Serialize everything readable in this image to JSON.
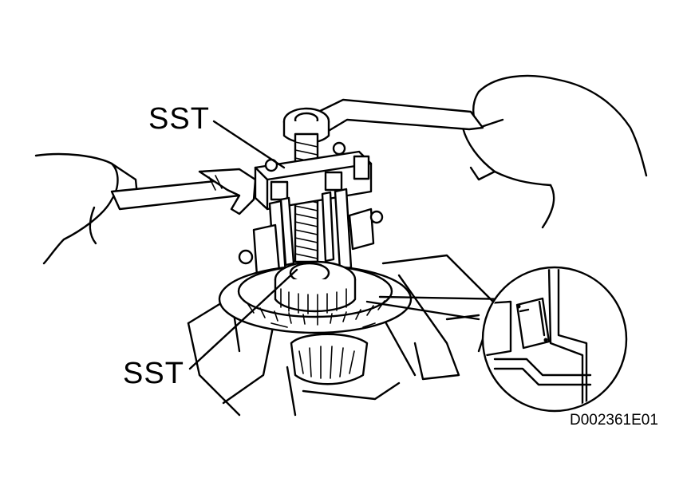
{
  "labels": {
    "sst_top": "SST",
    "sst_bottom": "SST",
    "figure_code": "D002361E01"
  },
  "colors": {
    "ink": "#000000",
    "background": "#ffffff"
  },
  "icons": {
    "detail_inset": "magnified-detail-circle"
  }
}
